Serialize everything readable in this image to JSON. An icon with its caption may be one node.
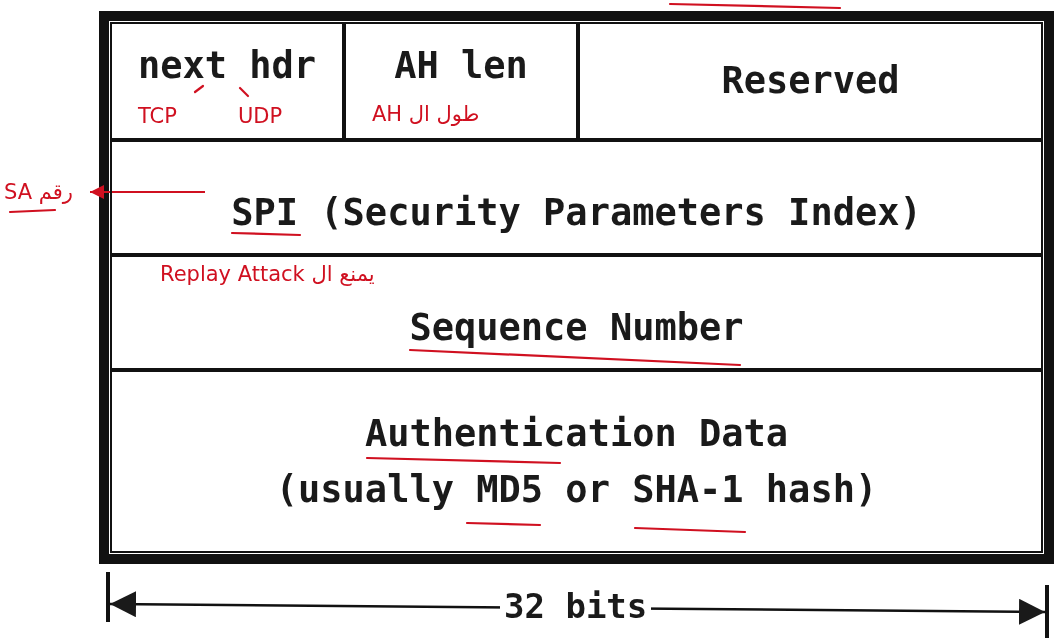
{
  "diagram": {
    "nodes": [
      {
        "text": [
          "next hdr"
        ]
      },
      {
        "text": [
          "AH len"
        ]
      },
      {
        "text": [
          "Reserved"
        ]
      },
      {
        "text": [
          "SPI (Security Parameters Index)"
        ]
      },
      {
        "text": [
          "Sequence Number"
        ]
      },
      {
        "text": [
          "Authentication Data",
          "(usually MD5 or SHA-1 hash)"
        ]
      },
      {
        "text": [
          "رقم SA"
        ]
      }
    ],
    "edges": [
      {
        "from": 3,
        "to": 6,
        "arrow": "to",
        "color": "#d01020"
      }
    ],
    "labels": [
      "TCP",
      "UDP",
      "طول ال AH",
      "يمنع ال Replay Attack",
      "32 bits"
    ]
  }
}
